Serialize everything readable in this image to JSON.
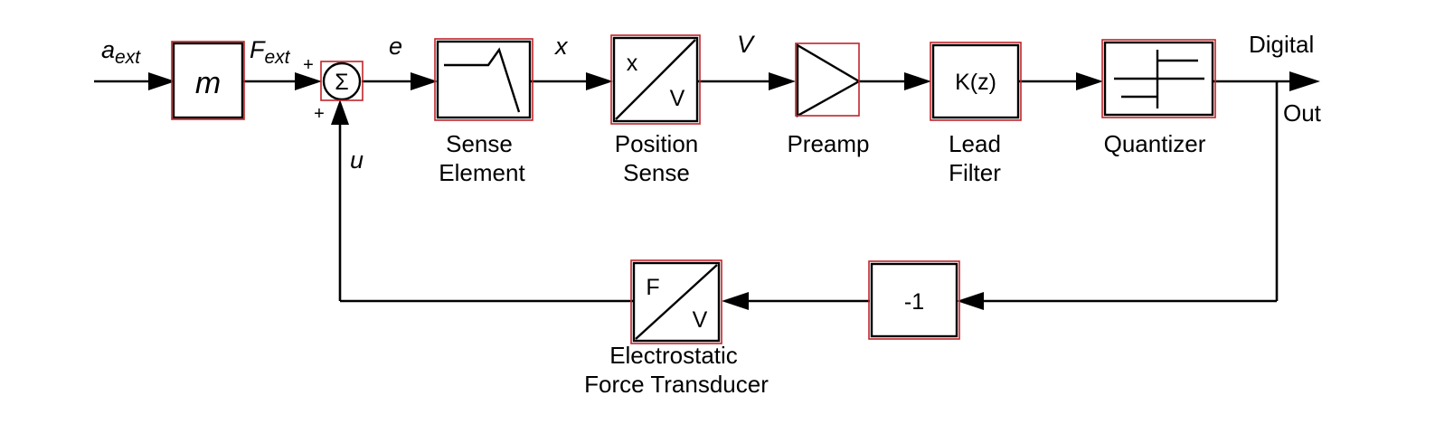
{
  "signals": {
    "a_ext": {
      "main": "a",
      "sub": "ext"
    },
    "f_ext": {
      "main": "F",
      "sub": "ext"
    },
    "e": "e",
    "x": "x",
    "v": "V",
    "u": "u"
  },
  "summing_junction": {
    "symbol": "Σ",
    "plus_top": "+",
    "plus_bottom": "+"
  },
  "blocks": {
    "mass": {
      "symbol": "m"
    },
    "sense_element": {
      "label_line1": "Sense",
      "label_line2": "Element"
    },
    "position_sense": {
      "top": "x",
      "bottom": "V",
      "label_line1": "Position",
      "label_line2": "Sense"
    },
    "preamp": {
      "label": "Preamp"
    },
    "lead_filter": {
      "symbol": "K(z)",
      "label_line1": "Lead",
      "label_line2": "Filter"
    },
    "quantizer": {
      "label": "Quantizer"
    },
    "inverter": {
      "symbol": "-1"
    },
    "force_transducer": {
      "top": "F",
      "bottom": "V",
      "label_line1": "Electrostatic",
      "label_line2": "Force Transducer"
    }
  },
  "output": {
    "line1": "Digital",
    "line2": "Out"
  }
}
